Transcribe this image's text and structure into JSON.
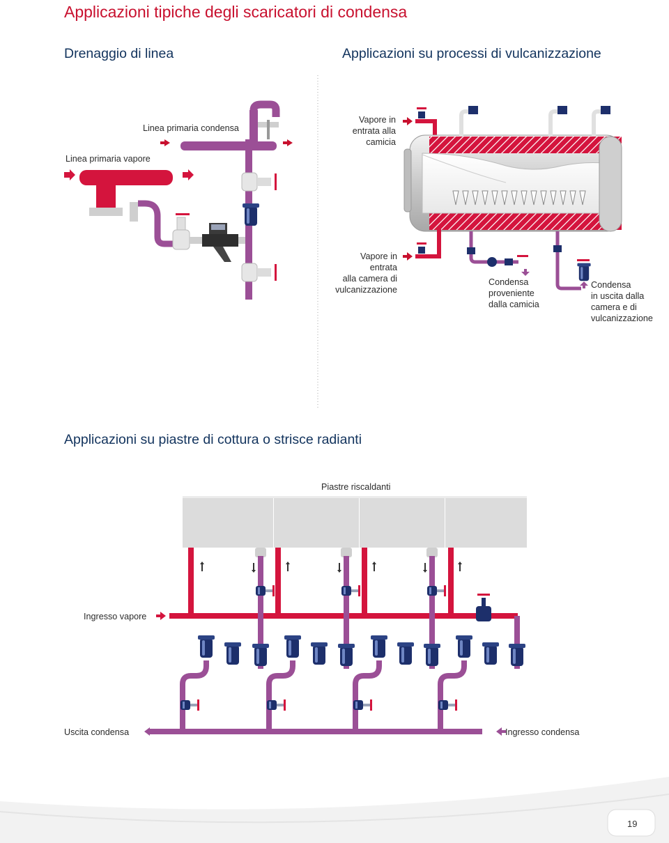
{
  "page_title": "Applicazioni tipiche degli scaricatori di condensa",
  "sections": {
    "line_drainage": {
      "title": "Drenaggio di linea",
      "labels": {
        "condensate_main": "Linea primaria condensa",
        "steam_main": "Linea primaria vapore"
      }
    },
    "vulcanization": {
      "title": "Applicazioni su processi di vulcanizzazione",
      "labels": {
        "steam_jacket": "Vapore in\nentrata alla\ncamicia",
        "steam_chamber": "Vapore in\nentrata\nalla camera di\nvulcanizzazione",
        "cond_jacket": "Condensa\nproveniente\ndalla camicia",
        "cond_chamber": "Condensa\nin uscita dalla\ncamera e di\nvulcanizzazione"
      }
    },
    "platens": {
      "title": "Applicazioni su piastre di cottura o strisce radianti",
      "labels": {
        "heating_plates": "Piastre riscaldanti",
        "steam_inlet": "Ingresso vapore",
        "condensate_outlet": "Uscita condensa",
        "condensate_inlet": "Ingresso condensa"
      }
    }
  },
  "page_number": "19",
  "colors": {
    "title_red": "#c8102e",
    "heading_navy": "#12335d",
    "steam_pipe": "#d4143d",
    "condensate_pipe": "#9b4f96",
    "valve_blue": "#1d2f6b",
    "plate_gray": "#dcdcdc"
  }
}
